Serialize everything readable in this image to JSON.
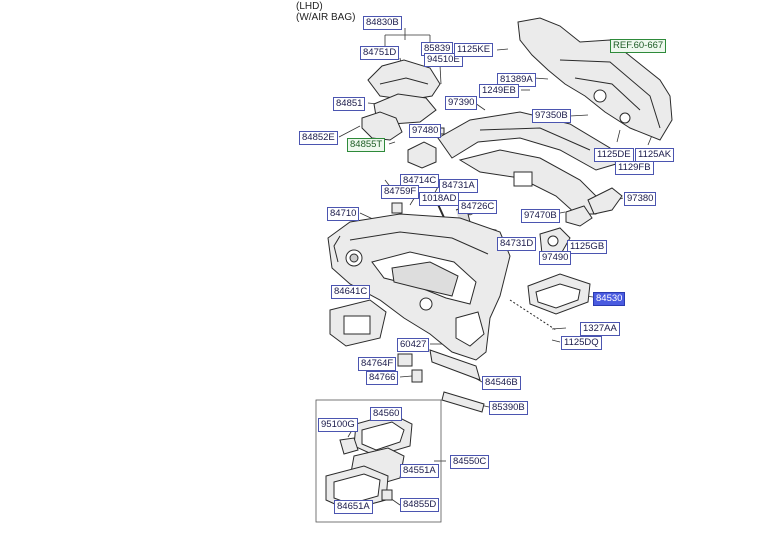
{
  "header": {
    "line1": "(LHD)",
    "line2": "(W/AIR BAG)"
  },
  "colors": {
    "label_border": "#4b55b0",
    "ref_border": "#2e8a3a",
    "ref_fill": "#eef8ee",
    "selected_fill": "#4a5be0"
  },
  "selected_part": "84530",
  "parts": {
    "p84830B": "84830B",
    "p84751D": "84751D",
    "p85839": "85839",
    "p94510E": "94510E",
    "p1125KE": "1125KE",
    "ref60667": "REF.60-667",
    "p81389A": "81389A",
    "p1249EB": "1249EB",
    "p97390": "97390",
    "p84851": "84851",
    "p97480": "97480",
    "p84852E": "84852E",
    "p84855T": "84855T",
    "p97350B": "97350B",
    "p1125DE": "1125DE",
    "p1125AK": "1125AK",
    "p1129FB": "1129FB",
    "p84714C": "84714C",
    "p84731A_1": "84731A",
    "p84759F": "84759F",
    "p1018AD": "1018AD",
    "p84726C": "84726C",
    "p97380": "97380",
    "p84710": "84710",
    "p97470B": "97470B",
    "p84731D": "84731D",
    "p1125GB": "1125GB",
    "p97490": "97490",
    "p84641C": "84641C",
    "p84530": "84530",
    "p1327AA": "1327AA",
    "p1125DQ": "1125DQ",
    "p60427": "60427",
    "p84764F": "84764F",
    "p84766": "84766",
    "p84546B": "84546B",
    "p85390B": "85390B",
    "p84560": "84560",
    "p95100G": "95100G",
    "p84550C": "84550C",
    "p84551A": "84551A",
    "p84651A": "84651A",
    "p84855D": "84855D"
  }
}
